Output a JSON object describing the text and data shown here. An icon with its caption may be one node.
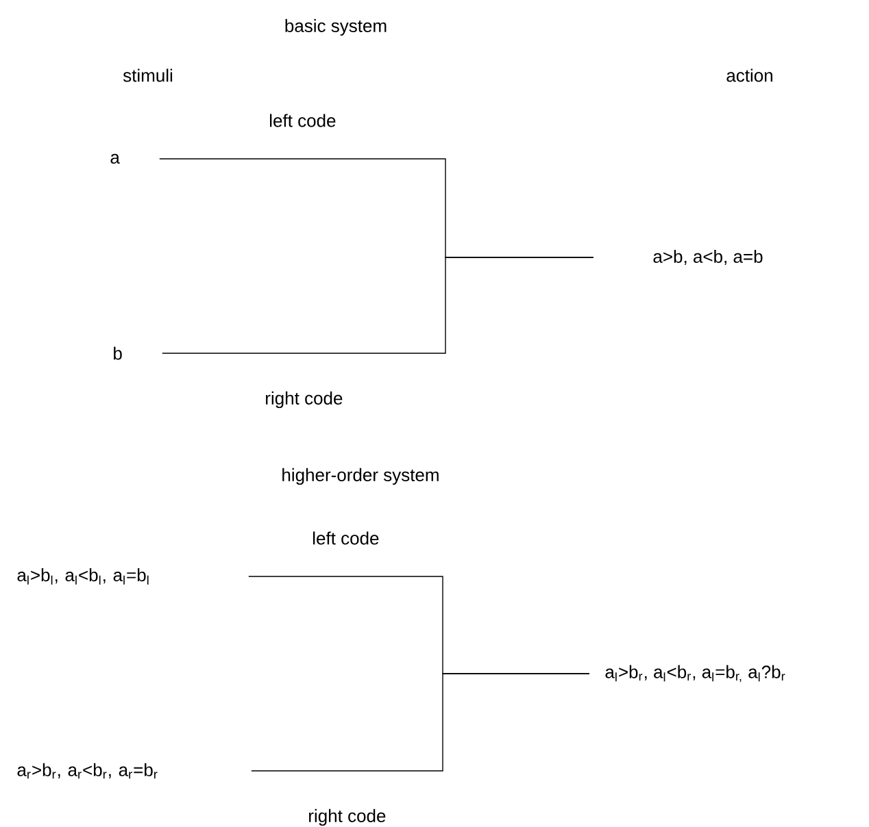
{
  "diagram": {
    "nodes": [
      {
        "text": [
          "a"
        ]
      },
      {
        "text": [
          "b"
        ]
      },
      {
        "text": [
          "a>b, a<b, a=b"
        ]
      },
      {
        "text": [
          "a$_{l}$>b$_{l}$, a$_{l}$<b$_{l}$, a$_{l}$=b$_{l}$"
        ]
      },
      {
        "text": [
          "a$_{r}$>b$_{r}$, a$_{r}$<b$_{r}$, a$_{r}$=b$_{r}$"
        ]
      },
      {
        "text": [
          "a$_{l}$>b$_{r}$, a$_{l}$<b$_{r}$, a$_{l}$=b$_{r,}$ a$_{l}$?b$_{r}$"
        ]
      }
    ],
    "edges": [
      {
        "from": 0,
        "to": 2,
        "arrow": "none",
        "label": "left code"
      },
      {
        "from": 1,
        "to": 2,
        "arrow": "none",
        "label": "right code"
      },
      {
        "from": 3,
        "to": 5,
        "arrow": "none",
        "label": "left code"
      },
      {
        "from": 4,
        "to": 5,
        "arrow": "none",
        "label": "right code"
      }
    ],
    "labels": [
      "basic system",
      "stimuli",
      "action",
      "higher-order system"
    ]
  }
}
